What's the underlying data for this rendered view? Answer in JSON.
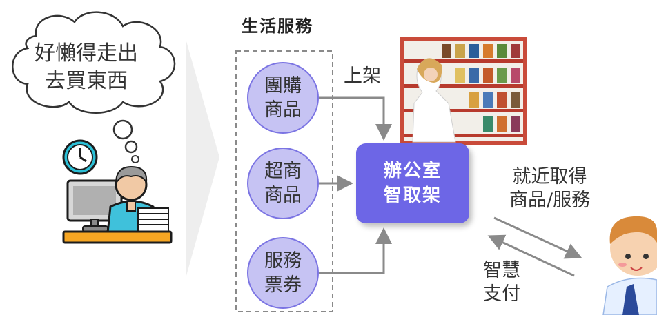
{
  "cloud": {
    "text": "好懶得走出\n去買東西"
  },
  "section": {
    "title": "生活服務"
  },
  "services": [
    {
      "label": "團購\n商品"
    },
    {
      "label": "超商\n商品"
    },
    {
      "label": "服務\n票券"
    }
  ],
  "arrow_label_top": "上架",
  "center": {
    "label": "辦公室\n智取架"
  },
  "right_labels": {
    "nearby": "就近取得\n商品/服務",
    "payment": "智慧\n支付"
  },
  "colors": {
    "circle_fill": "#c6c3f3",
    "circle_stroke": "#7b74e3",
    "center_fill": "#6d66e6",
    "arrow": "#888888"
  },
  "icons": [
    "thought-cloud-icon",
    "office-worker-icon",
    "clock-icon",
    "shelf-photo",
    "customer-avatar-icon"
  ]
}
